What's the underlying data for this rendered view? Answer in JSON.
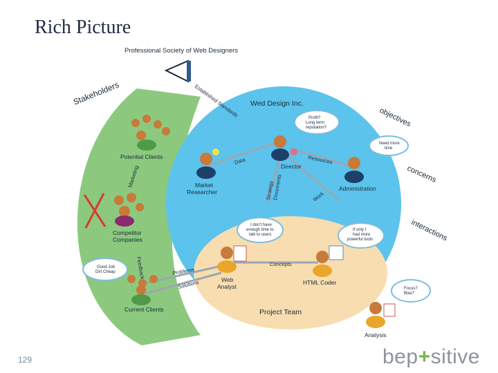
{
  "slide": {
    "title": "Rich Picture",
    "page_number": "129",
    "logo_parts": [
      "bep",
      "+",
      "sitive"
    ]
  },
  "colors": {
    "green_zone": "#8cc97e",
    "blue_zone": "#5bc3ec",
    "sand_zone": "#f8ddb0",
    "text_dark": "#1a2a3a",
    "cross_red": "#d63b2f",
    "cloud_fill": "#ffffff",
    "cloud_stroke": "#7dbbe0"
  },
  "diagram": {
    "top_org": "Professional Society of Web Designers",
    "company": "Wed Design Inc.",
    "team": "Project Team",
    "side_labels": {
      "stakeholders": "Stakeholders",
      "objectives": "objectives",
      "concerns": "concerns",
      "interactions": "interactions"
    },
    "groups": {
      "potential_clients": "Potential Clients",
      "competitor": [
        "Competitor",
        "Companies"
      ],
      "current_clients": "Current Clients"
    },
    "roles": {
      "market_researcher": [
        "Market",
        "Researcher"
      ],
      "director": "Director",
      "administration": "Administration",
      "web_analyst": [
        "Web",
        "Analyst"
      ],
      "html_coder": "HTML Coder",
      "analysis": "Analysis"
    },
    "link_labels": {
      "standards": "Established Standards",
      "data": "Data",
      "resources": "Resources",
      "strategy": [
        "Strategy",
        "Documents"
      ],
      "work": "Work",
      "concepts": "Concepts",
      "problems": "Problems",
      "solutions": "Solutions",
      "marketing": "Marketing",
      "feedback": "Feedback"
    },
    "thoughts": {
      "director": [
        "Profit?",
        "Long term",
        "reputation?"
      ],
      "admin": [
        "Need more",
        "time"
      ],
      "researcher": [
        "I don't have",
        "enough time to",
        "talk to users"
      ],
      "coder": [
        "If only I",
        "had more",
        "powerful tools"
      ],
      "client": [
        "Good Job",
        "Dirt Cheap"
      ],
      "analysis": [
        "Focus?",
        "Bias?"
      ]
    }
  }
}
